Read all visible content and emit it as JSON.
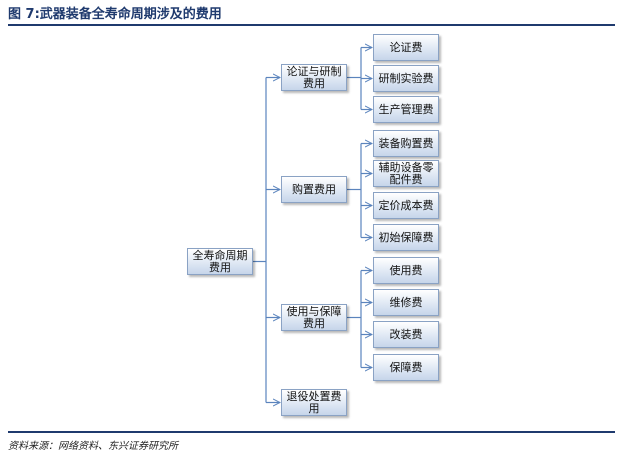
{
  "figure_title": "图 7:武器装备全寿命周期涉及的费用",
  "source": "资料来源：网络资料、东兴证券研究所",
  "root": {
    "label": "全寿命周期\n费用"
  },
  "categories": [
    {
      "label": "论证与研制\n费用",
      "items": [
        {
          "label": "论证费"
        },
        {
          "label": "研制实验费"
        },
        {
          "label": "生产管理费"
        }
      ]
    },
    {
      "label": "购置费用",
      "items": [
        {
          "label": "装备购置费"
        },
        {
          "label": "辅助设备零\n配件费"
        },
        {
          "label": "定价成本费"
        },
        {
          "label": "初始保障费"
        }
      ]
    },
    {
      "label": "使用与保障\n费用",
      "items": [
        {
          "label": "使用费"
        },
        {
          "label": "维修费"
        },
        {
          "label": "改装费"
        },
        {
          "label": "保障费"
        }
      ]
    },
    {
      "label": "退役处置费\n用",
      "items": []
    }
  ],
  "colors": {
    "accent": "#1f3a6e",
    "line": "#5b84bd"
  }
}
